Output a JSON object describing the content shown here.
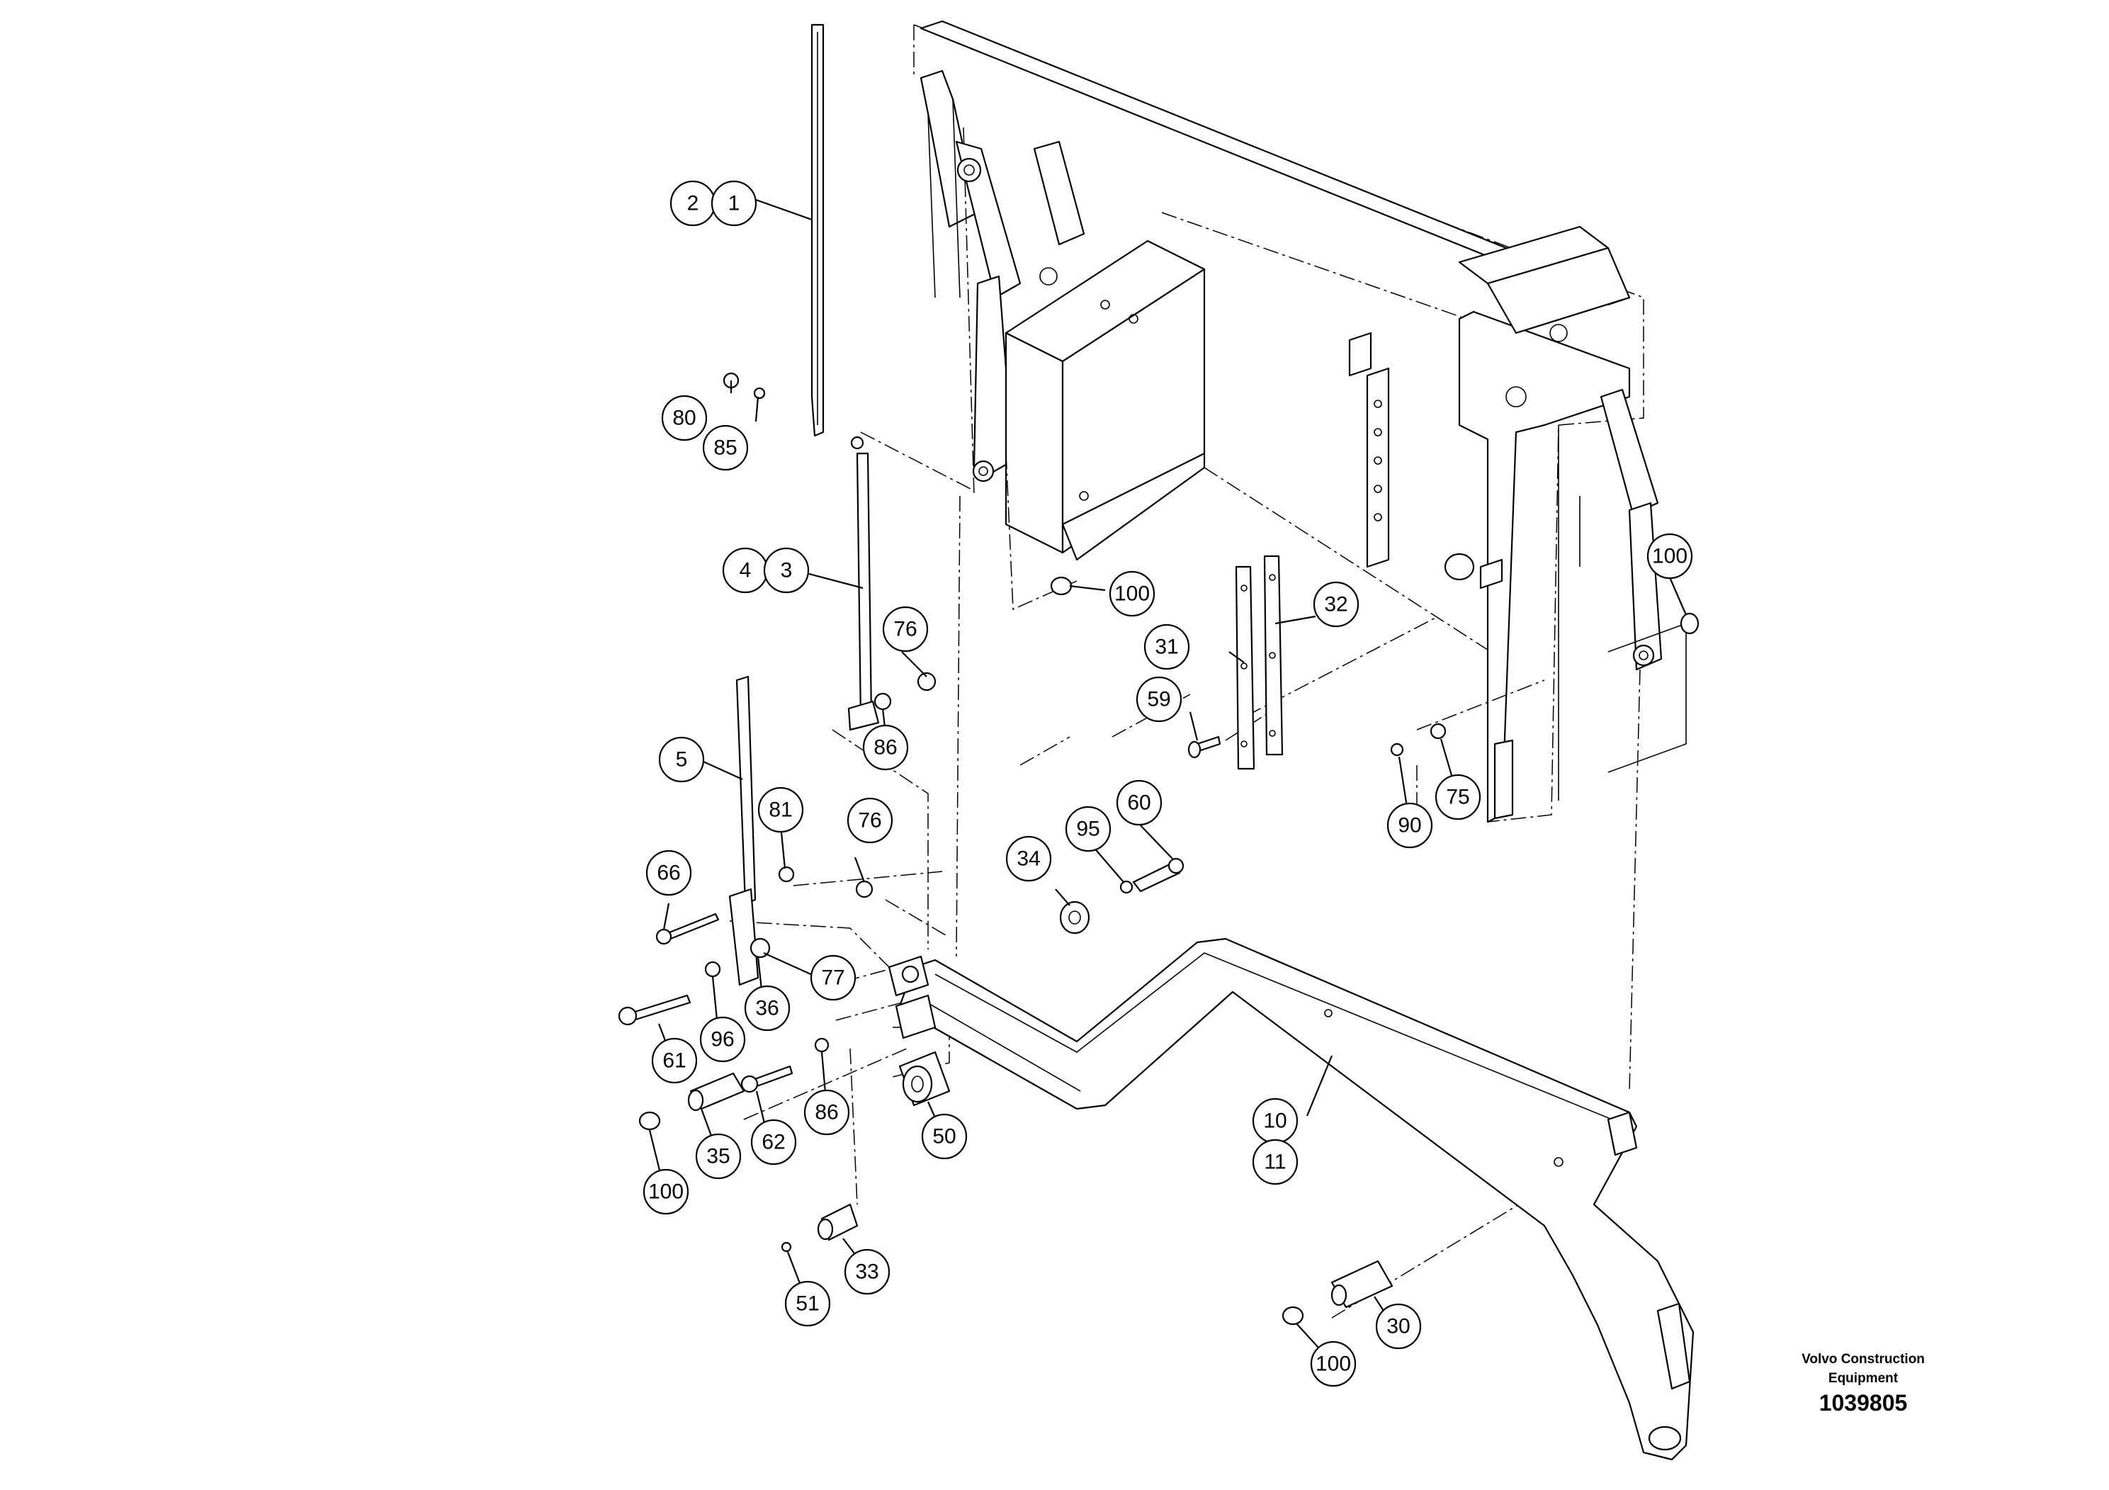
{
  "brand": {
    "line1": "Volvo Construction",
    "line2": "Equipment"
  },
  "drawing_number": "1039805",
  "callouts": [
    {
      "id": "c-2",
      "label": "2"
    },
    {
      "id": "c-1",
      "label": "1"
    },
    {
      "id": "c-80",
      "label": "80"
    },
    {
      "id": "c-85",
      "label": "85"
    },
    {
      "id": "c-4",
      "label": "4"
    },
    {
      "id": "c-3",
      "label": "3"
    },
    {
      "id": "c-76a",
      "label": "76"
    },
    {
      "id": "c-86a",
      "label": "86"
    },
    {
      "id": "c-5",
      "label": "5"
    },
    {
      "id": "c-81",
      "label": "81"
    },
    {
      "id": "c-76b",
      "label": "76"
    },
    {
      "id": "c-66",
      "label": "66"
    },
    {
      "id": "c-77",
      "label": "77"
    },
    {
      "id": "c-36",
      "label": "36"
    },
    {
      "id": "c-96",
      "label": "96"
    },
    {
      "id": "c-61",
      "label": "61"
    },
    {
      "id": "c-86b",
      "label": "86"
    },
    {
      "id": "c-62",
      "label": "62"
    },
    {
      "id": "c-35",
      "label": "35"
    },
    {
      "id": "c-100a",
      "label": "100"
    },
    {
      "id": "c-50",
      "label": "50"
    },
    {
      "id": "c-33",
      "label": "33"
    },
    {
      "id": "c-51",
      "label": "51"
    },
    {
      "id": "c-34",
      "label": "34"
    },
    {
      "id": "c-95",
      "label": "95"
    },
    {
      "id": "c-60",
      "label": "60"
    },
    {
      "id": "c-100b",
      "label": "100"
    },
    {
      "id": "c-31",
      "label": "31"
    },
    {
      "id": "c-32",
      "label": "32"
    },
    {
      "id": "c-59",
      "label": "59"
    },
    {
      "id": "c-90",
      "label": "90"
    },
    {
      "id": "c-75",
      "label": "75"
    },
    {
      "id": "c-100c",
      "label": "100"
    },
    {
      "id": "c-10",
      "label": "10"
    },
    {
      "id": "c-11",
      "label": "11"
    },
    {
      "id": "c-30",
      "label": "30"
    },
    {
      "id": "c-100d",
      "label": "100"
    }
  ]
}
